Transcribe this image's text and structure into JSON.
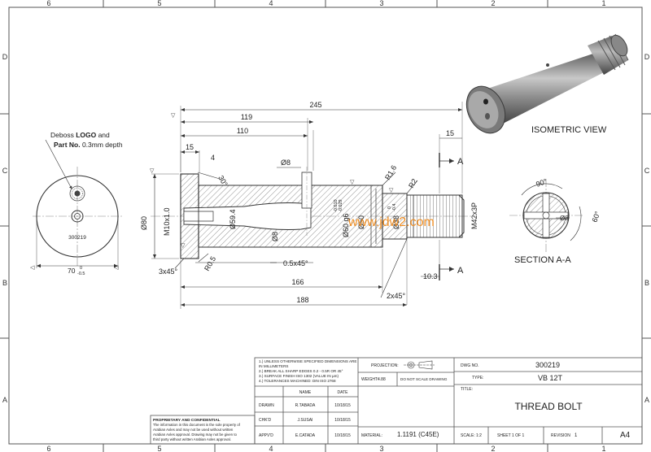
{
  "zone_columns": [
    "6",
    "5",
    "4",
    "3",
    "2",
    "1"
  ],
  "zone_rows": [
    "D",
    "C",
    "B",
    "A"
  ],
  "note": {
    "line1_prefix": "Deboss ",
    "line1_bold": "LOGO",
    "line1_suffix": " and",
    "line2_bold": "Part No.",
    "line2_suffix": " 0.3mm depth"
  },
  "end_view": {
    "engraved_number": "300219",
    "width_dim": "70",
    "width_tol": "0",
    "width_tol_lower": "-0.5"
  },
  "dims": {
    "overall_245": "245",
    "d119": "119",
    "d110": "110",
    "d15_left": "15",
    "d4": "4",
    "angle30": "30°",
    "dia8_top": "Ø8",
    "r16": "R1.6",
    "r2": "R2",
    "d15_right": "15",
    "dia80": "Ø80",
    "m10": "M10x1.0",
    "dia594": "Ø59.4",
    "dia8_mid": "Ø8",
    "dia60": "Ø60 g6",
    "tol60_up": "-0.010",
    "tol60_low": "-0.029",
    "dia50": "Ø50",
    "dia38": "Ø38",
    "tol38_up": "0",
    "tol38_low": "-0.4",
    "thread": "M42x3P",
    "chamfer_3x45": "3x45°",
    "r05": "R0.5",
    "chamfer_05x45": "0.5x45°",
    "d103": "10.3",
    "d166": "166",
    "chamfer_2x45": "2x45°",
    "d188": "188"
  },
  "section": {
    "label_a_top": "A",
    "label_a_bottom": "A",
    "angle90": "90°",
    "angle60": "60°",
    "dia8": "Ø8",
    "title": "SECTION A-A"
  },
  "iso_title": "ISOMETRIC VIEW",
  "watermark": "www.jdw2.com",
  "titleblock": {
    "notes": [
      "1.) UNLESS OTHERWISE SPECIFIED DIMENSIONS ARE",
      "     IN MILLIMETERS",
      "2.) BREAK ALL SHARP EDGES 0.2 - 0.5R OR 45°",
      "3.) SURFACE FINISH ISO 1302 (VALUE IN µm)",
      "4.) TOLERANCES MACHINED: DIN ISO 2768"
    ],
    "projection_label": "PROJECTION:",
    "weight_label": "WEIGHT:",
    "weight_value": "4.88",
    "noscale": "DO NOT SCALE DRAWING",
    "dwgno_label": "DWG NO.",
    "dwgno_value": "300219",
    "type_label": "TYPE:",
    "type_value": "VB 12T",
    "title_label": "TITLE:",
    "title_value": "THREAD BOLT",
    "col_name": "NAME",
    "col_date": "DATE",
    "rows": [
      {
        "role": "DRAWN",
        "name": "R.TABADA",
        "date": "10/18/15"
      },
      {
        "role": "CHK'D",
        "name": "J.SUSAI",
        "date": "10/18/15"
      },
      {
        "role": "APPV'D",
        "name": "E.CATADA",
        "date": "10/18/15"
      }
    ],
    "prop_title": "PROPRIETARY AND CONFIDENTIAL",
    "prop_lines": [
      "The information in this document is the sole property of",
      "Arabian Axles and may not be used without written",
      "Arabian Axles approval. Drawing may not be given to",
      "third party without written Arabian Axles approval."
    ],
    "material_label": "MATERIAL:",
    "material_value": "1.1191 (C45E)",
    "scale_label": "SCALE:",
    "scale_value": "1:2",
    "sheet_label": "SHEET 1 OF 1",
    "revision_label": "REVISION",
    "revision_value": "1",
    "size": "A4"
  }
}
